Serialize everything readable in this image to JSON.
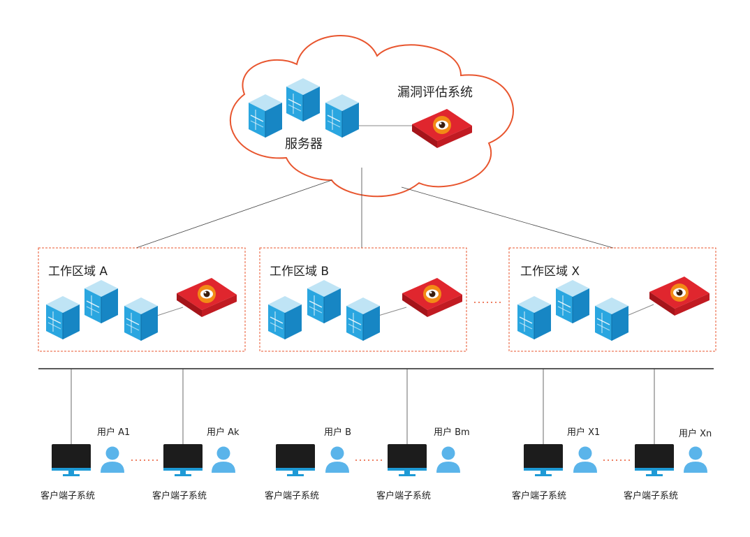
{
  "cloud": {
    "servers_label": "服务器",
    "scanner_label": "漏洞评估系统"
  },
  "zones": [
    {
      "title": "工作区域 A"
    },
    {
      "title": "工作区域 B"
    },
    {
      "title": "工作区域 X"
    }
  ],
  "users": [
    {
      "user_label": "用户 A1",
      "client_label": "客户端子系统"
    },
    {
      "user_label": "用户 Ak",
      "client_label": "客户端子系统"
    },
    {
      "user_label": "用户 B",
      "client_label": "客户端子系统"
    },
    {
      "user_label": "用户 Bm",
      "client_label": "客户端子系统"
    },
    {
      "user_label": "用户 X1",
      "client_label": "客户端子系统"
    },
    {
      "user_label": "用户 Xn",
      "client_label": "客户端子系统"
    }
  ],
  "colors": {
    "cloud_outline": "#e8552e",
    "zone_border": "#e8552e",
    "server_blue": "#2aa6e0",
    "scanner_red": "#d61f26",
    "user_icon": "#5ab4ea",
    "monitor_screen": "#1c1c1c",
    "monitor_stand": "#1e9ad6"
  },
  "icons": {
    "server": "server-cube-icon",
    "scanner": "eye-scanner-icon",
    "client": "monitor-icon",
    "user": "user-icon"
  }
}
